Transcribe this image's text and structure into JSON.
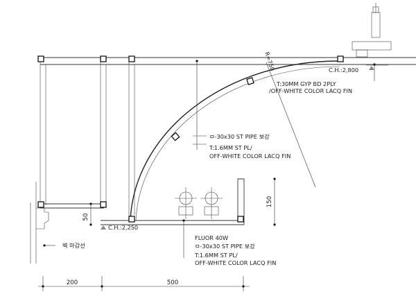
{
  "drawing": {
    "labels": {
      "radius": "R=750",
      "ceiling_height_right": "C.H.:2,800",
      "ceiling_height_left": "C.H.:2,250",
      "top_note_1": "T:30MM GYP BD 2PLY",
      "top_note_2": "/OFF-WHITE COLOR LACQ FIN",
      "mid_note_1": "ㅁ-30x30 ST PIPE 보강",
      "mid_note_2": "T:1.6MM ST PL/",
      "mid_note_3": "OFF-WHITE COLOR LACQ FIN",
      "bottom_note_1": "FLUOR 40W",
      "bottom_note_2": "ㅁ-30x30 ST PIPE 보강",
      "bottom_note_3": "T:1.6MM ST PL/",
      "bottom_note_4": "OFF-WHITE COLOR LACQ FIN",
      "wall_finish": "벽 마감선"
    },
    "dimensions": {
      "vertical_left": "50",
      "vertical_right": "150",
      "horizontal_left": "200",
      "horizontal_right": "500"
    }
  }
}
